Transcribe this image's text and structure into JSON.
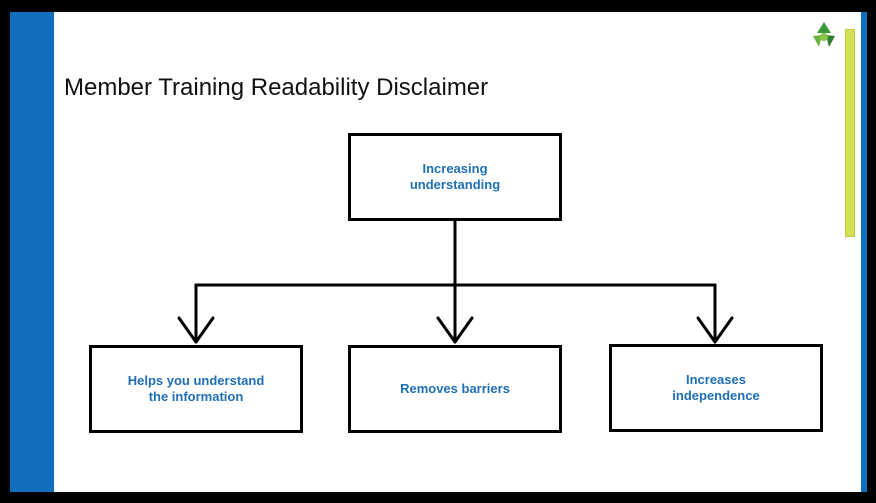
{
  "slide": {
    "title": "Member Training Readability Disclaimer",
    "logo_icon": "tri-leaf-logo-icon"
  },
  "colors": {
    "blue_bar": "#0f6fbe",
    "accent_bar": "#d4e157",
    "box_text": "#1f6fb5"
  },
  "diagram": {
    "root": {
      "line1": "Increasing",
      "line2": "understanding"
    },
    "children": [
      {
        "line1": "Helps you understand",
        "line2": "the information"
      },
      {
        "line1": "Removes barriers",
        "line2": ""
      },
      {
        "line1": "Increases",
        "line2": "independence"
      }
    ]
  }
}
